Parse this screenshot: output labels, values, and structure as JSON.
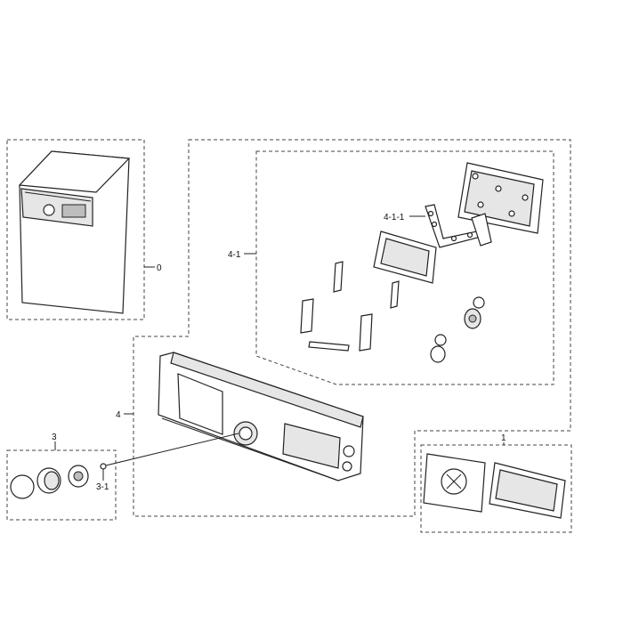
{
  "labels": {
    "assembly_0": "0",
    "assembly_4_1": "4-1",
    "part_4_1_1": "4-1-1",
    "assembly_4": "4",
    "assembly_3": "3",
    "part_3_1": "3-1",
    "assembly_1": "1"
  },
  "colors": {
    "line": "#222222",
    "dashed_border": "#444444",
    "part_fill": "#e6e6e6",
    "background": "#ffffff"
  }
}
